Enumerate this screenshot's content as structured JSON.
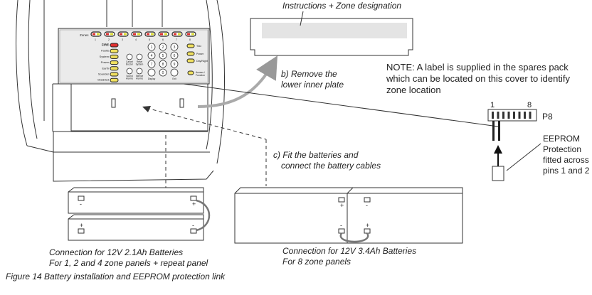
{
  "labels": {
    "instructions": "Instructions + Zone designation",
    "remove_plate_line1": "b) Remove the",
    "remove_plate_line2": "lower inner plate",
    "note_line1": "NOTE: A label is supplied in the spares pack",
    "note_line2": "which can be located on this cover to identify",
    "note_line3": "zone location",
    "fit_batteries_line1": "c) Fit the batteries and",
    "fit_batteries_line2": "connect the battery cables",
    "conn_2_1ah_line1": "Connection for 12V 2.1Ah Batteries",
    "conn_2_1ah_line2": "For 1, 2 and 4 zone panels + repeat panel",
    "conn_3_4ah_line1": "Connection for 12V 3.4Ah Batteries",
    "conn_3_4ah_line2": "For 8 zone panels",
    "figure_caption": "Figure 14 Battery installation and EEPROM protection link"
  },
  "eeprom": {
    "pin_start": "1",
    "pin_end": "8",
    "connector": "P8",
    "title": "EEPROM",
    "line2": "Protection",
    "line3": "fitted across",
    "line4": "pins 1 and 2"
  },
  "panel": {
    "zones_label": "Zones",
    "zone_numbers": [
      "1",
      "2",
      "3",
      "4",
      "5",
      "6",
      "7",
      "8"
    ],
    "status_labels": [
      "FIRE",
      "Faults",
      "System",
      "Power",
      "Earth",
      "Sounder",
      "Disabled"
    ],
    "keypad_digits": [
      "1",
      "2",
      "3",
      "4",
      "5",
      "6",
      "7",
      "8",
      "9",
      "0"
    ],
    "button_labels": {
      "cancel_buzzer": "Cancel Buzzer",
      "reset_system": "Reset System",
      "sound_alarms": "Sound Alarms",
      "silence_alarms": "Silence Alarms",
      "test": "Test",
      "power": "Power",
      "day_night": "Day/Night",
      "display": "Display",
      "exit": "Exit",
      "access_function": "Access / Function"
    }
  },
  "battery_terminals": {
    "plus": "+",
    "minus": "-"
  }
}
